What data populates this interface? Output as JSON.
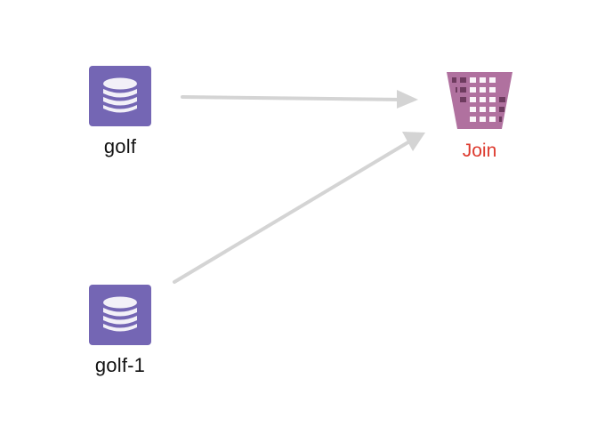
{
  "diagram": {
    "nodes": [
      {
        "id": "golf",
        "label": "golf",
        "type": "dataset",
        "icon": "database-icon"
      },
      {
        "id": "golf-1",
        "label": "golf-1",
        "type": "dataset",
        "icon": "database-icon"
      },
      {
        "id": "join",
        "label": "Join",
        "type": "operator",
        "icon": "join-icon"
      }
    ],
    "edges": [
      {
        "from": "golf",
        "to": "join"
      },
      {
        "from": "golf-1",
        "to": "join"
      }
    ]
  },
  "colors": {
    "dataset_icon_bg": "#7466b4",
    "join_icon_bg": "#b0719f",
    "join_label": "#dd3a2e",
    "edge": "#d4d4d4"
  }
}
